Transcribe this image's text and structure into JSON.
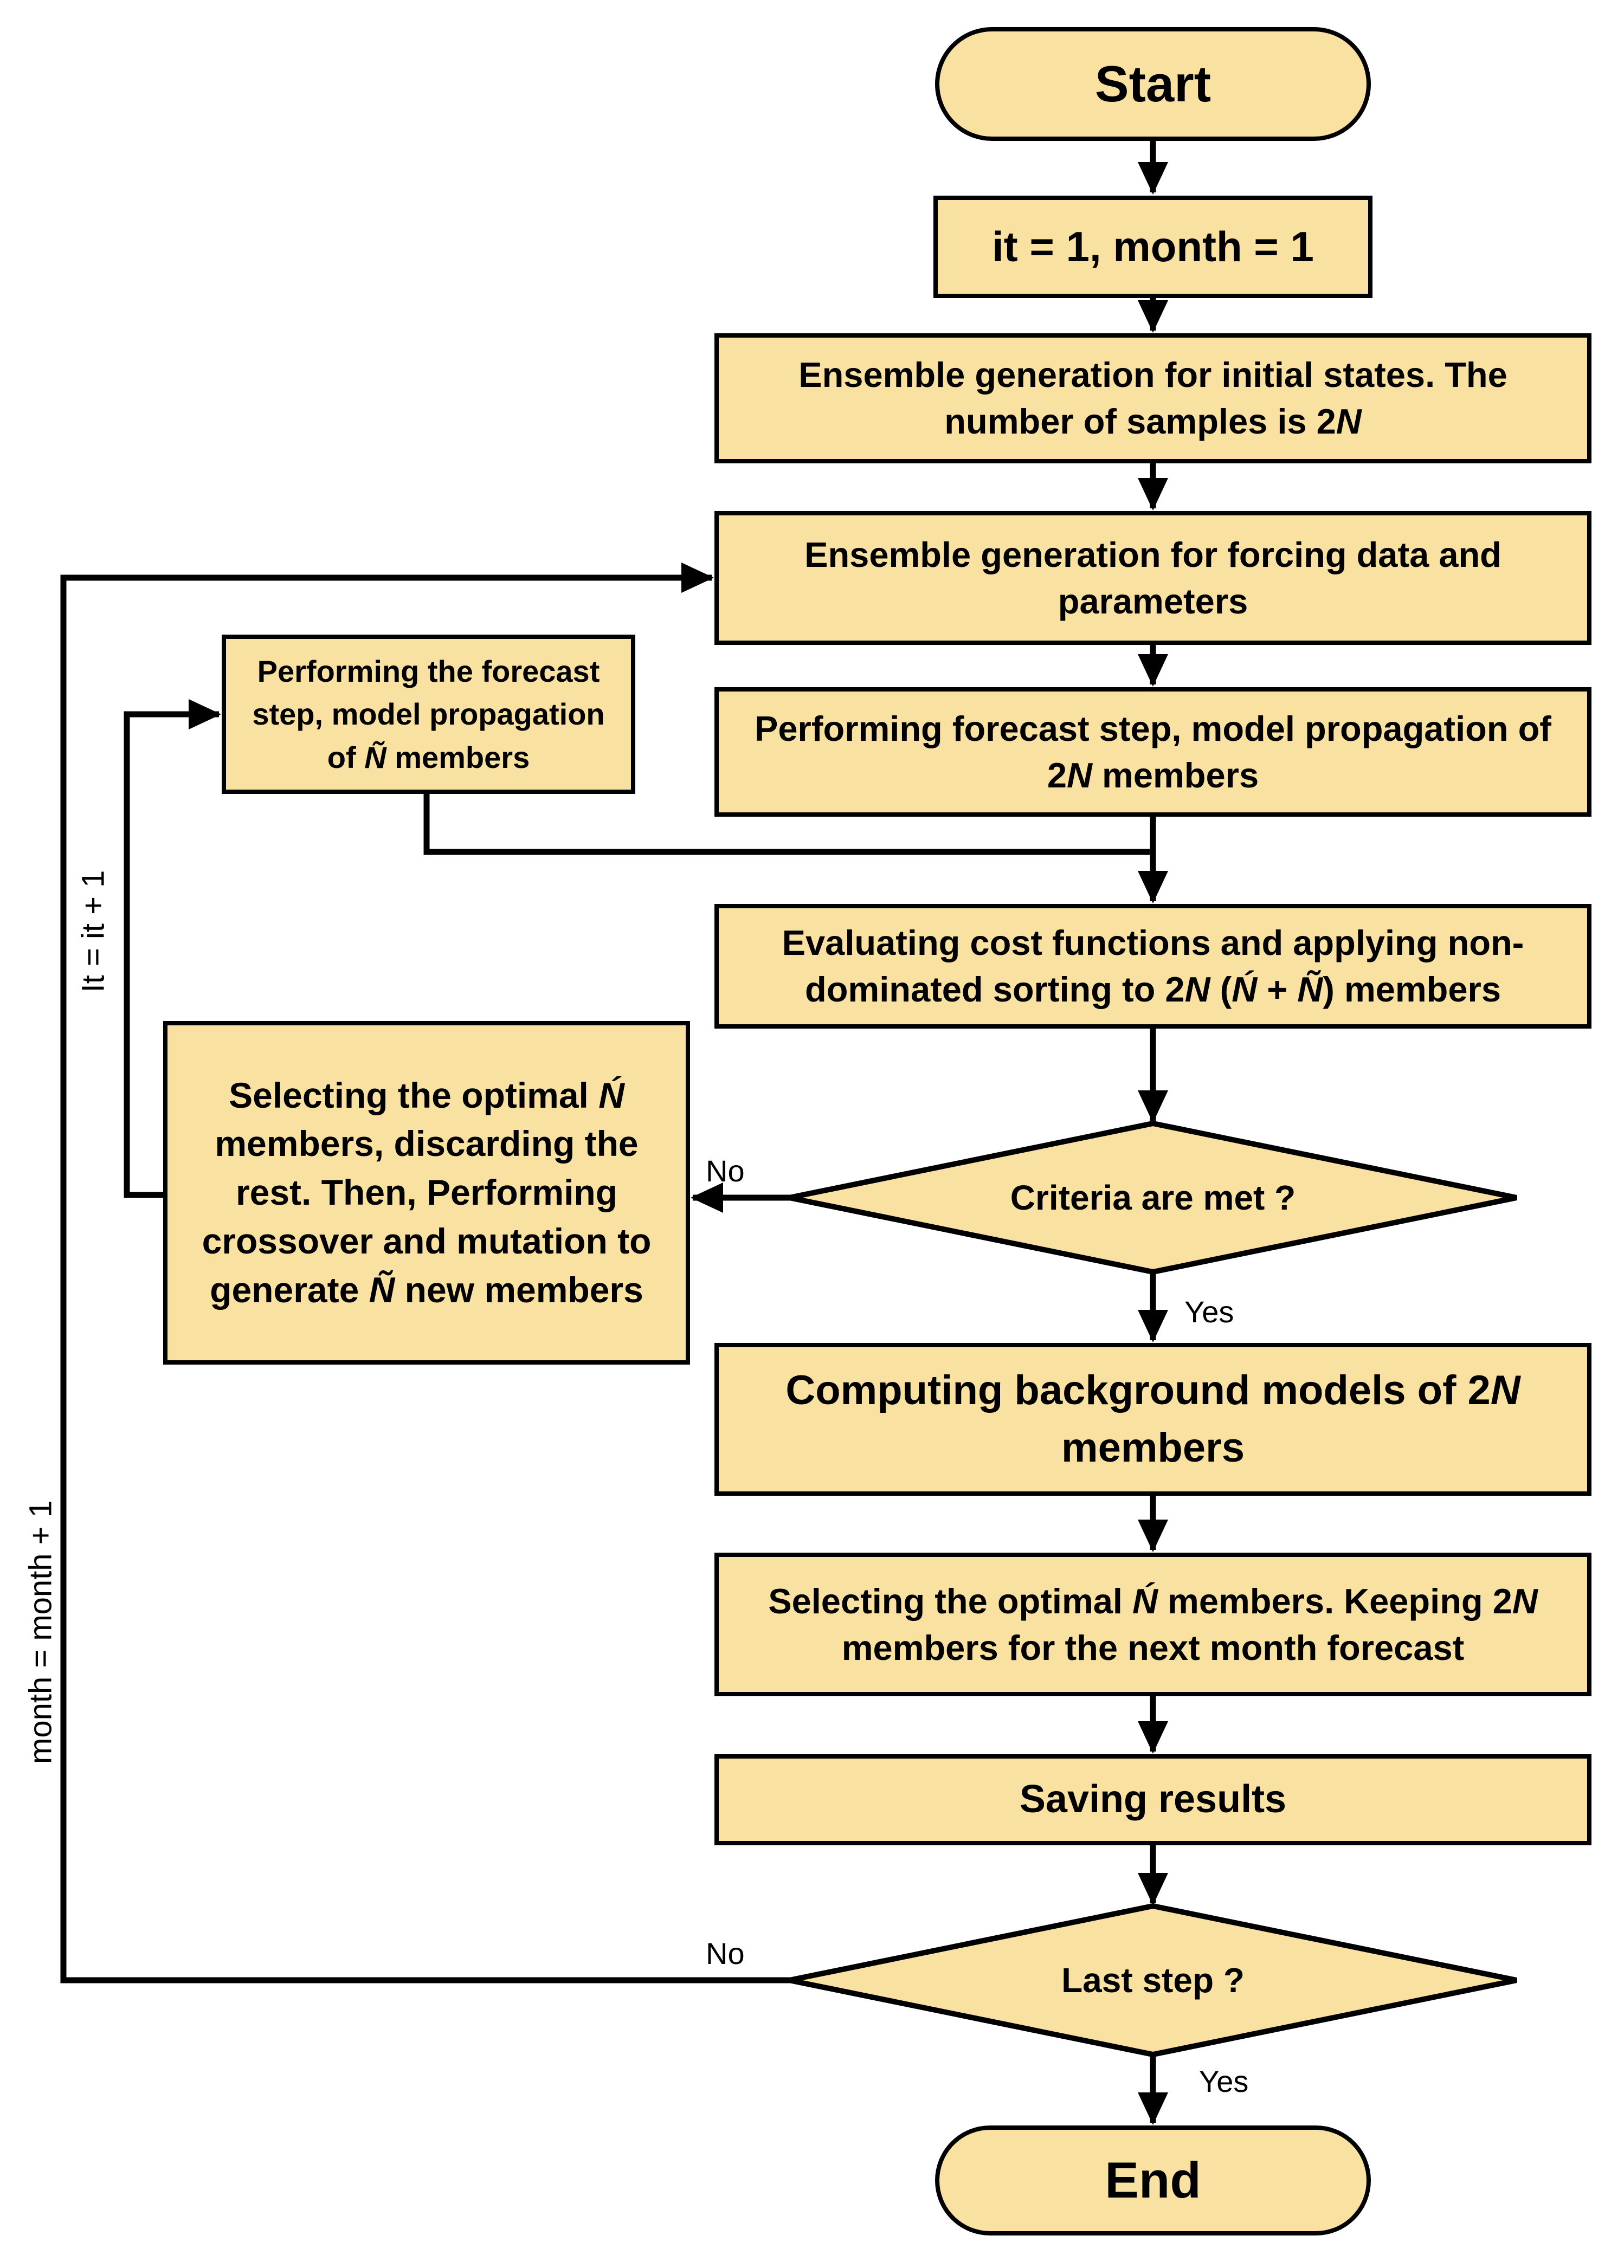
{
  "diagram_type": "flowchart",
  "colors": {
    "node_fill": "#F9E2A1",
    "node_border": "#000000",
    "connector": "#000000",
    "text": "#000000",
    "background": "#FFFFFF"
  },
  "nodes": {
    "start": {
      "type": "terminator",
      "label": "Start"
    },
    "init": {
      "type": "process",
      "label": "it = 1, month = 1"
    },
    "ensemble_initial": {
      "type": "process",
      "label_html": "Ensemble generation for initial states. The number of samples is 2<i>N</i>"
    },
    "ensemble_forcing": {
      "type": "process",
      "label_html": "Ensemble generation for forcing data and parameters"
    },
    "forecast_2n": {
      "type": "process",
      "label_html": "Performing forecast step, model propagation of 2<i>N</i> members"
    },
    "forecast_side": {
      "type": "process",
      "label_html": "Performing the forecast step, model propagation of <i>Ñ</i> members"
    },
    "evaluating": {
      "type": "process",
      "label_html": "Evaluating cost functions and applying non-dominated sorting to 2<i>N</i> (<i>Ń</i> + <i>Ñ</i>) members"
    },
    "criteria": {
      "type": "decision",
      "label": "Criteria are met ?"
    },
    "crossover": {
      "type": "process",
      "label_html": "Selecting the optimal <i>Ń</i> members, discarding the rest. Then, Performing crossover and mutation to generate <i>Ñ</i> new members"
    },
    "computing": {
      "type": "process",
      "label_html": "Computing background models of 2<i>N</i> members"
    },
    "keeping": {
      "type": "process",
      "label_html": "Selecting the optimal <i>Ń</i> members. Keeping 2<i>N</i> members for the next month forecast"
    },
    "saving": {
      "type": "process",
      "label": "Saving results"
    },
    "last_step": {
      "type": "decision",
      "label": "Last step ?"
    },
    "end": {
      "type": "terminator",
      "label": "End"
    }
  },
  "edge_labels": {
    "criteria_no": "No",
    "criteria_yes": "Yes",
    "last_no": "No",
    "last_yes": "Yes",
    "iteration_loop": "It = it + 1",
    "month_loop": "month = month + 1"
  }
}
